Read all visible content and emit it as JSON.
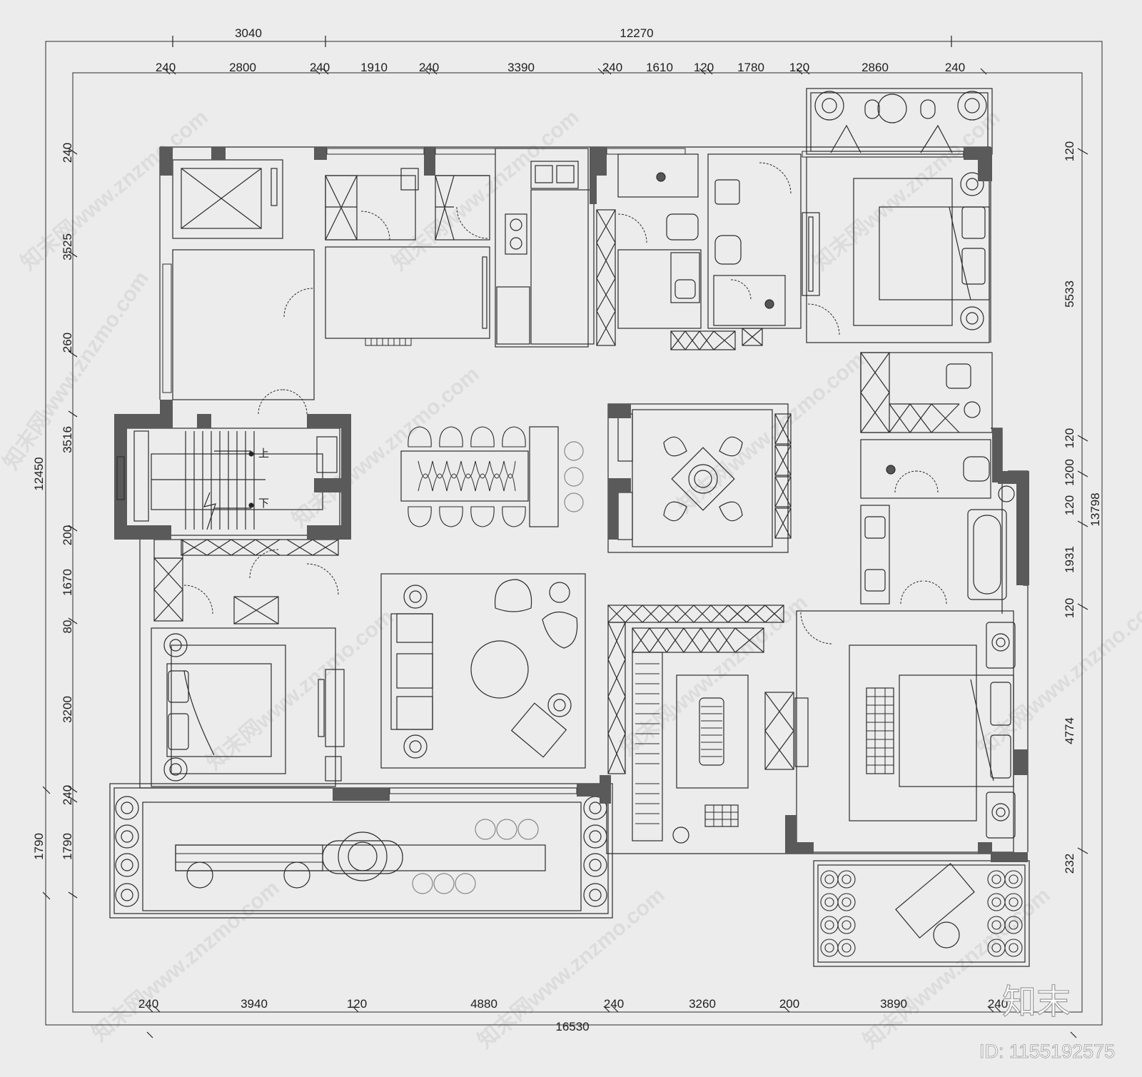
{
  "dimensions": {
    "top_outer": [
      "3040",
      "12270"
    ],
    "top_inner": [
      "240",
      "2800",
      "240",
      "1910",
      "240",
      "3390",
      "240",
      "1610",
      "120",
      "1780",
      "120",
      "2860",
      "240"
    ],
    "bottom_inner": [
      "240",
      "3940",
      "120",
      "4880",
      "240",
      "3260",
      "200",
      "3890",
      "240"
    ],
    "bottom_outer": "16530",
    "left_outer": [
      "12450",
      "1790"
    ],
    "left_inner": [
      "240",
      "3525",
      "260",
      "3516",
      "200",
      "1670",
      "80",
      "3200",
      "240",
      "1790"
    ],
    "right_inner": [
      "120",
      "5533",
      "120",
      "1200",
      "120",
      "1931",
      "120",
      "4774",
      "232"
    ],
    "right_outer": "13798"
  },
  "stair_labels": {
    "up": "上",
    "down": "下"
  },
  "watermark": {
    "text": "知末网www.znzmo.com"
  },
  "brand": {
    "logo_text": "知末",
    "id_text": "ID: 1155192575"
  },
  "colors": {
    "wall": "#5a5a5a",
    "line": "#2b2b2b",
    "paper": "#ececec"
  }
}
